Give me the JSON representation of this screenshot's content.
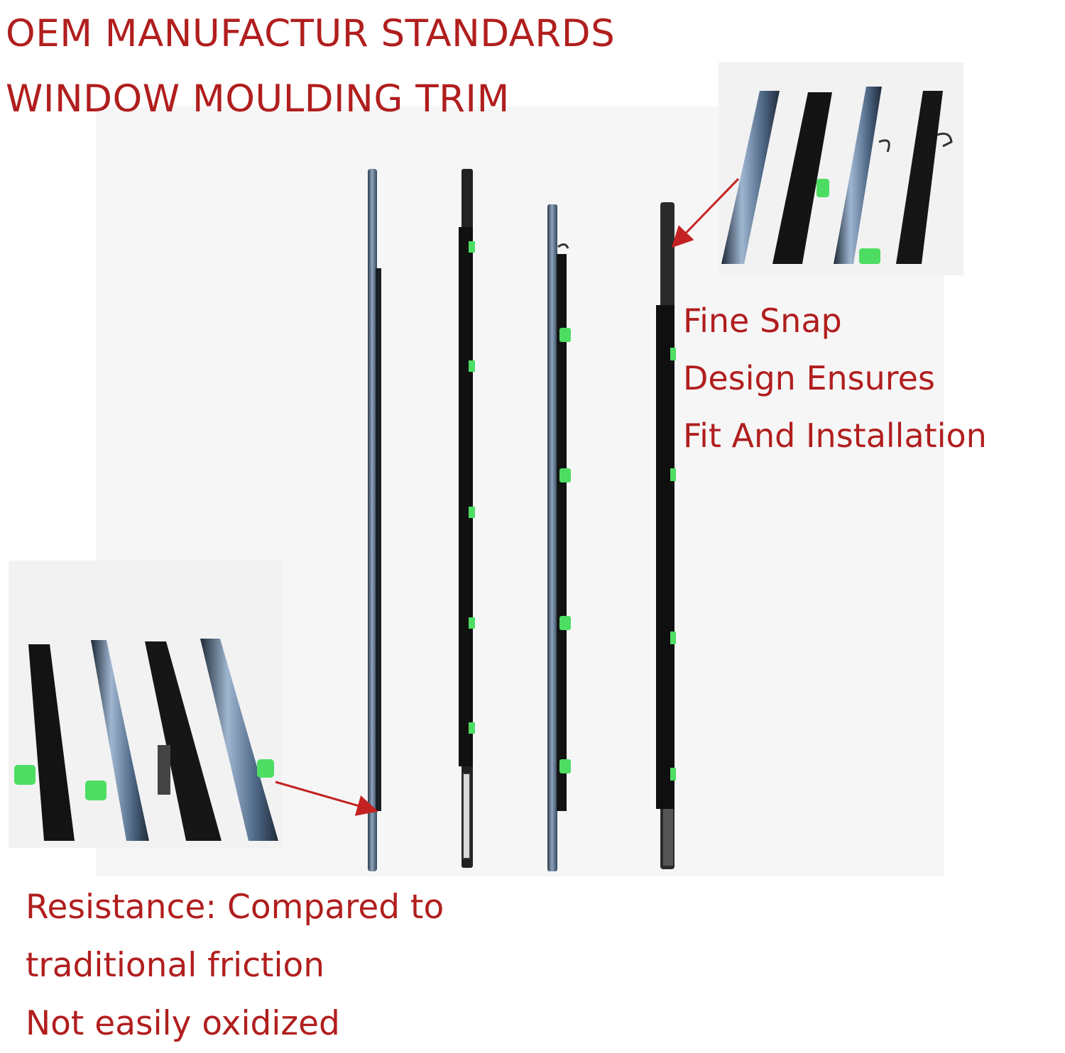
{
  "headline": {
    "line1": "OEM MANUFACTUR STANDARDS",
    "line2": "WINDOW MOULDING TRIM"
  },
  "callouts": {
    "snap": {
      "line1": "Fine Snap",
      "line2": "Design Ensures",
      "line3": "Fit And Installation"
    },
    "resistance": {
      "line1": "Resistance: Compared to",
      "line2": "traditional friction",
      "line3": "Not easily oxidized"
    }
  },
  "colors": {
    "text": "#b11e1e",
    "arrow": "#c42222",
    "clip": "#4ddd63",
    "chrome": "#5b6f86",
    "rubber": "#151515"
  }
}
